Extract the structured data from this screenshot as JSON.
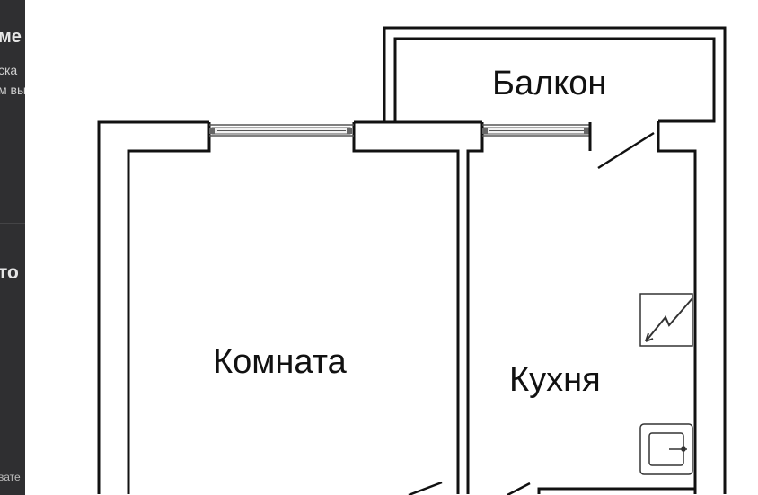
{
  "sidebar": {
    "fragment_1": "ме",
    "fragment_2": "ска",
    "fragment_3": "м вы",
    "fragment_4": "то",
    "fragment_5": "вате"
  },
  "floorplan": {
    "rooms": {
      "balcony": "Балкон",
      "room": "Комната",
      "kitchen": "Кухня"
    }
  }
}
